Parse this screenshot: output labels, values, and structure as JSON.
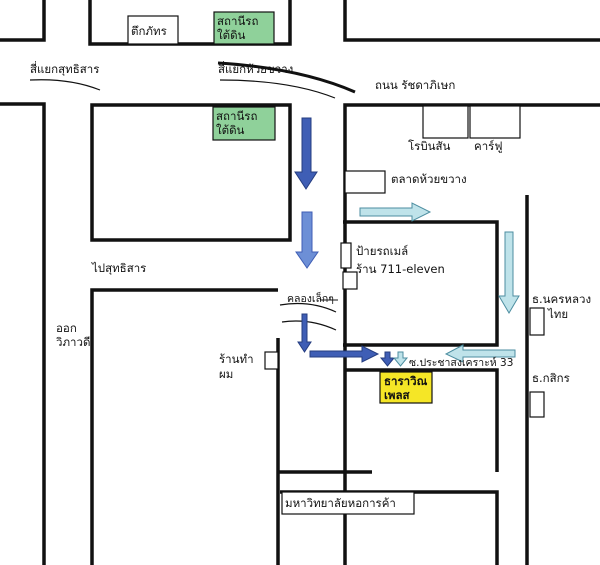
{
  "colors": {
    "line": "#111111",
    "station_fill": "#8fd19a",
    "highlight_fill": "#f5e626",
    "arrow_dark_blue": "#3f5eb5",
    "arrow_light_cyan": "#bfe3ea",
    "arrow_mid_blue": "#6d8fd6"
  },
  "icons": {
    "down_arrow": "down-arrow-icon",
    "right_arrow": "right-arrow-icon",
    "left_arrow": "left-arrow-icon"
  },
  "labels": {
    "tuek_phat": "ตึกภัทร",
    "station_top_line1": "สถานีรถ",
    "station_top_line2": "ใต้ดิน",
    "intersection_sutthisan": "สี่แยกสุทธิสาร",
    "intersection_huai_khwang": "สี่แยกห้วยขวาง",
    "road_ratchadaphisek": "ถนน รัชดาภิเษก",
    "station_mid_line1": "สถานีรถ",
    "station_mid_line2": "ใต้ดิน",
    "robinson": "โรบินสัน",
    "carrefour": "คาร์ฟู",
    "market_huai_khwang": "ตลาดห้วยขวาง",
    "bus_stop": "ป้ายรถเมล์",
    "seven_eleven": "ร้าน 711-eleven",
    "to_sutthisan": "ไปสุทธิสาร",
    "small_canal": "คลองเล็กๆ",
    "exit_line1": "ออก",
    "exit_line2": "วิภาวดี",
    "barber_line1": "ร้านทำ",
    "barber_line2": "ผม",
    "krung_thai_line1": "ธ.นครหลวง",
    "krung_thai_line2": "ไทย",
    "kasikorn": "ธ.กสิกร",
    "soi_pracha": "ซ.ประชาสงเคราะห์ 33",
    "tharawin_line1": "ธาราวิณ",
    "tharawin_line2": "เพลส",
    "university": "มหาวิทยาลัยหอการค้า"
  }
}
